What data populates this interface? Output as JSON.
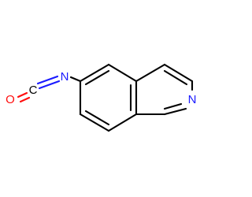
{
  "molecule": {
    "atoms": {
      "isocyanate_o": {
        "symbol": "O",
        "color": "#ff0d0d"
      },
      "isocyanate_c": {
        "symbol": "C",
        "color": "#000000"
      },
      "isocyanate_n": {
        "symbol": "N",
        "color": "#1a1aff"
      },
      "ring_n": {
        "symbol": "N",
        "color": "#1a1aff"
      }
    },
    "bond_color": "#000000"
  }
}
